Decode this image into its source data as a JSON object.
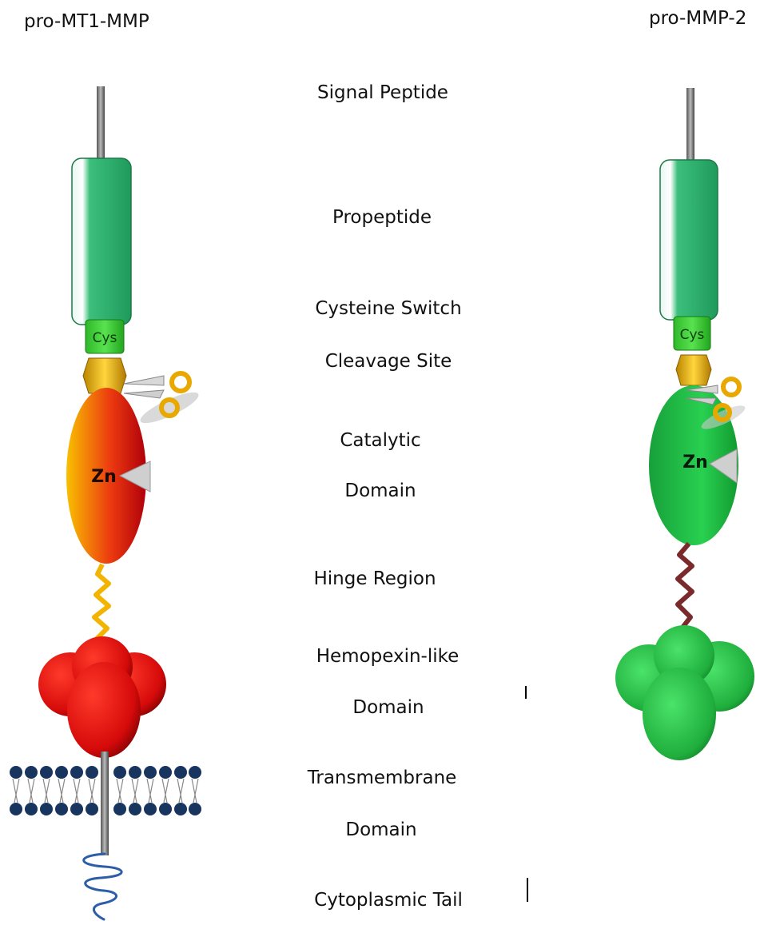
{
  "titles": {
    "left": "pro-MT1-MMP",
    "right": "pro-MMP-2"
  },
  "domain_labels": {
    "signal_peptide": "Signal Peptide",
    "propeptide": "Propeptide",
    "cysteine_switch": "Cysteine Switch",
    "cleavage_site": "Cleavage Site",
    "catalytic_line1": "Catalytic",
    "catalytic_line2": "Domain",
    "hinge": "Hinge Region",
    "hemopexin_line1": "Hemopexin-like",
    "hemopexin_line2": "Domain",
    "transmembrane_line1": "Transmembrane",
    "transmembrane_line2": "Domain",
    "cytoplasmic_tail": "Cytoplasmic Tail"
  },
  "molecule_text": {
    "left_cys": "Cys",
    "left_zn": "Zn",
    "right_cys": "Cys",
    "right_zn": "Zn"
  },
  "colors": {
    "propeptide_green": "#2fae6a",
    "cys_green": "#3ed23a",
    "mt1_catalytic_red": "#e02a10",
    "mt1_catalytic_yellow": "#f5b800",
    "mt1_hemopexin_red": "#d81010",
    "mmp2_green": "#1fae3c",
    "hinge_yellow": "#f1b800",
    "hinge_darkred": "#7a2a2a",
    "membrane_blue": "#1c3a66",
    "tail_blue": "#2b5da8"
  }
}
